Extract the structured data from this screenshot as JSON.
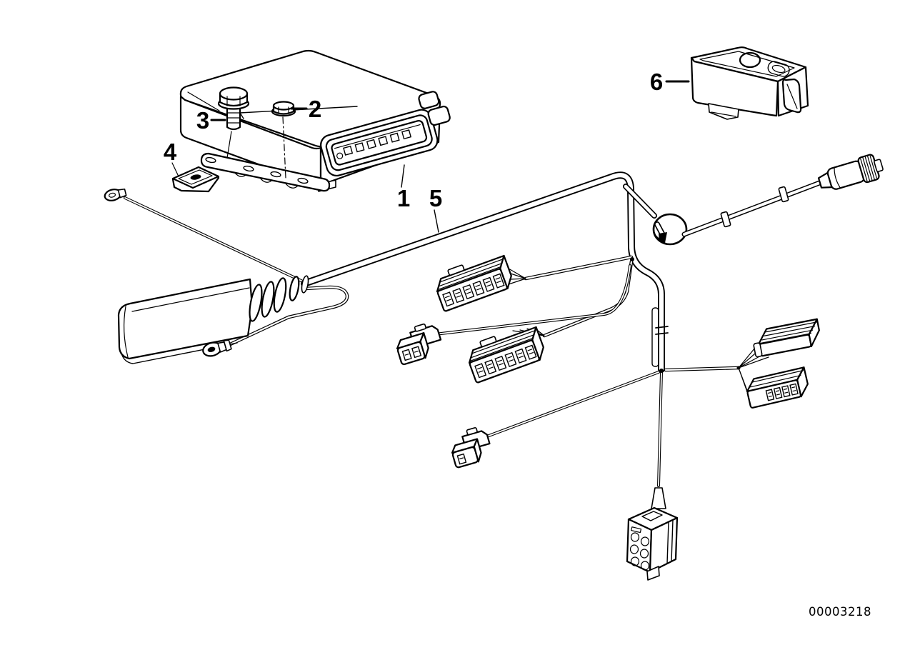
{
  "diagram": {
    "kind": "exploded-parts-wiring-diagram",
    "background_color": "#ffffff",
    "line_color": "#000000",
    "drawing_number": "00003218",
    "callouts": [
      {
        "label": "1",
        "part": "control-unit"
      },
      {
        "label": "2",
        "part": "hex-nut"
      },
      {
        "label": "3",
        "part": "hex-bolt"
      },
      {
        "label": "4",
        "part": "retaining-clip"
      },
      {
        "label": "5",
        "part": "wiring-harness"
      },
      {
        "label": "6",
        "part": "switch"
      }
    ]
  }
}
